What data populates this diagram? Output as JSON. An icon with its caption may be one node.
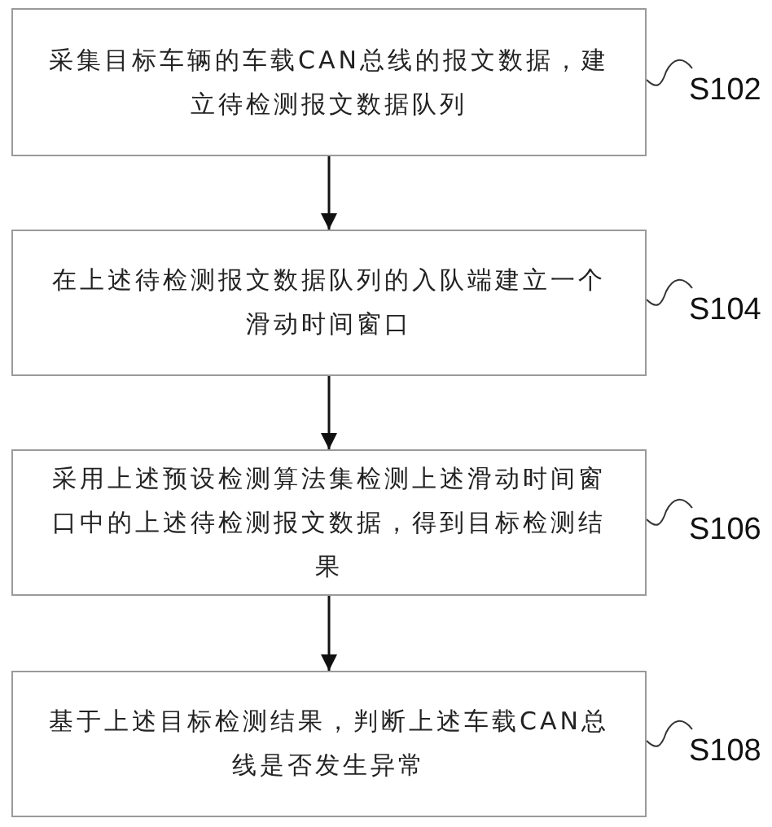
{
  "diagram": {
    "nodes": [
      {
        "text": [
          "采集目标车辆的车载CAN总线的报文数据，建立待检测报文数据队列"
        ]
      },
      {
        "text": [
          "在上述待检测报文数据队列的入队端建立一个滑动时间窗口"
        ]
      },
      {
        "text": [
          "采用上述预设检测算法集检测上述滑动时间窗口中的上述待检测报文数据，得到目标检测结果"
        ]
      },
      {
        "text": [
          "基于上述目标检测结果，判断上述车载CAN总线是否发生异常"
        ]
      },
      {
        "text": [
          "S102"
        ]
      },
      {
        "text": [
          "S104"
        ]
      },
      {
        "text": [
          "S106"
        ]
      },
      {
        "text": [
          "S108"
        ]
      }
    ],
    "edges": [
      {
        "from": 0,
        "to": 1,
        "arrow": "to"
      },
      {
        "from": 1,
        "to": 2,
        "arrow": "to"
      },
      {
        "from": 2,
        "to": 3,
        "arrow": "to"
      },
      {
        "from": 4,
        "to": 0,
        "arrow": "none"
      },
      {
        "from": 5,
        "to": 1,
        "arrow": "none"
      },
      {
        "from": 6,
        "to": 2,
        "arrow": "none"
      },
      {
        "from": 7,
        "to": 3,
        "arrow": "none"
      }
    ]
  }
}
